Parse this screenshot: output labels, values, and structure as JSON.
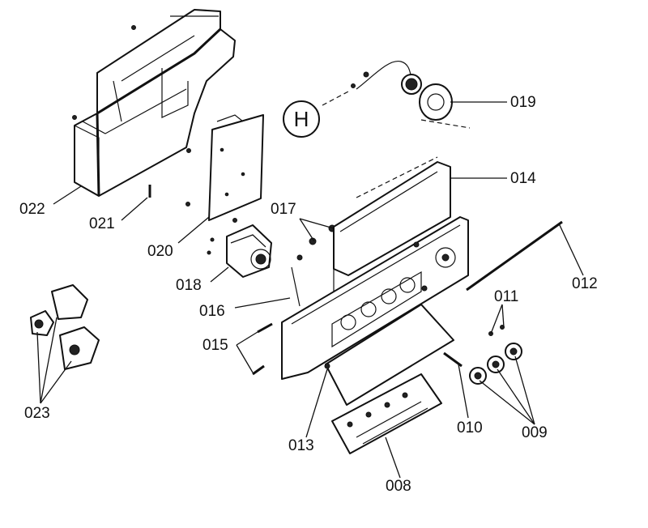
{
  "labels": {
    "p022": "022",
    "p021": "021",
    "p020": "020",
    "p018": "018",
    "p017": "017",
    "p016": "016",
    "p015": "015",
    "p023": "023",
    "p019": "019",
    "p014": "014",
    "p012": "012",
    "p011": "011",
    "p010": "010",
    "p009": "009",
    "p013": "013",
    "p008": "008",
    "h": "H"
  }
}
